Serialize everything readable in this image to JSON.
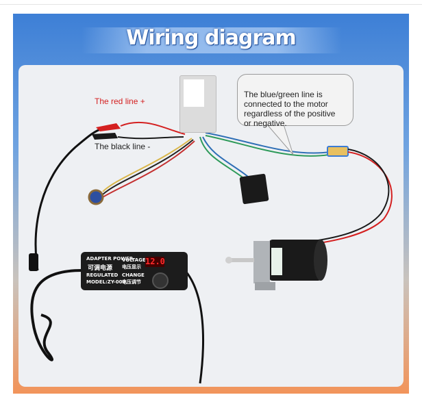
{
  "title": "Wiring diagram",
  "labels": {
    "red_line": "The red line +",
    "black_line": "The black line -"
  },
  "callout": {
    "line1": "The blue/green line is",
    "line2": "connected to the motor",
    "line3": "regardless of the positive",
    "line4": "or negative."
  },
  "power_adapter": {
    "line1": "ADAPTER POWER",
    "line2": "可调电源",
    "line3": "REGULATED",
    "line4": "MODEL:ZY-009",
    "voltage_label": "VOLTAGE",
    "voltage_cn": "电压显示",
    "change_label": "CHANGE",
    "change_cn": "电压调节",
    "display": "12.0"
  },
  "colors": {
    "red_wire": "#d42020",
    "black_wire": "#1a1a1a",
    "blue_wire": "#2f6fb6",
    "green_wire": "#2e9a5a",
    "yellow_wire": "#d9b64a",
    "panel_top": "#3d7fd6",
    "panel_bottom": "#f2945a"
  }
}
